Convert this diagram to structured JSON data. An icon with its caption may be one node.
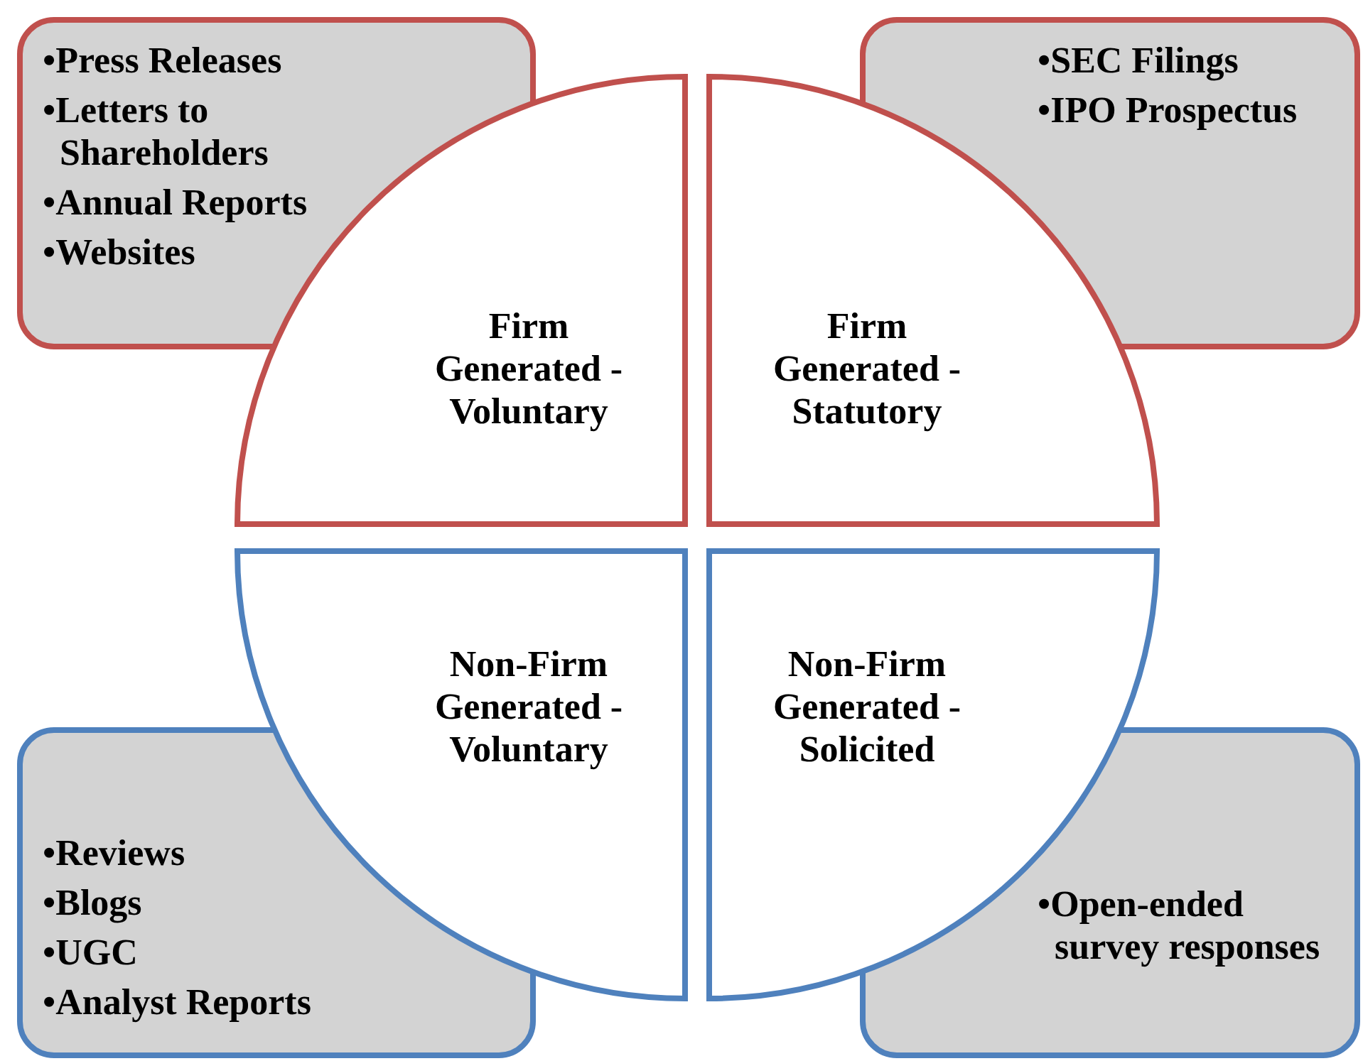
{
  "diagram": {
    "nodes": [
      {
        "text": [
          "•Press Releases",
          "•Letters to Shareholders",
          "•Annual Reports",
          "•Websites"
        ]
      },
      {
        "text": [
          "•SEC Filings",
          "•IPO Prospectus"
        ]
      },
      {
        "text": [
          "•Reviews",
          "•Blogs",
          "•UGC",
          "•Analyst Reports"
        ]
      },
      {
        "text": [
          "•Open-ended survey responses"
        ]
      },
      {
        "text": [
          "Firm Generated - Voluntary"
        ]
      },
      {
        "text": [
          "Firm Generated - Statutory"
        ]
      },
      {
        "text": [
          "Non-Firm Generated - Voluntary"
        ]
      },
      {
        "text": [
          "Non-Firm Generated - Solicited"
        ]
      }
    ],
    "edges": []
  }
}
